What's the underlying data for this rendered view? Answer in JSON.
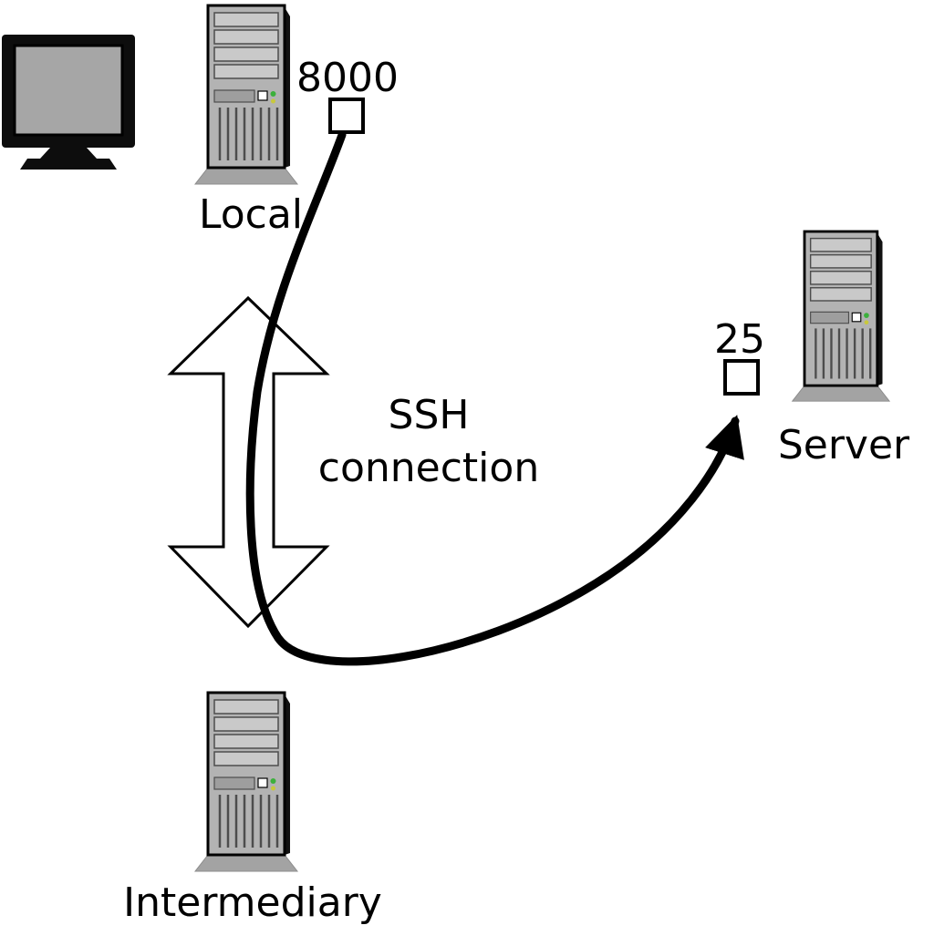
{
  "diagram": {
    "nodes": {
      "local": {
        "label": "Local",
        "port": "8000"
      },
      "intermediary": {
        "label": "Intermediary"
      },
      "server": {
        "label": "Server",
        "port": "25"
      }
    },
    "connection": {
      "label_line1": "SSH",
      "label_line2": "connection"
    },
    "colors": {
      "tower_body": "#b3b3b3",
      "tower_bay": "#c9c9c9",
      "tower_base": "#a3a3a3",
      "monitor_screen": "#a6a6a6",
      "line": "#000000",
      "port_box_fill": "#ffffff",
      "led_green": "#3cb03c",
      "led_yellow": "#c8c83c"
    }
  }
}
